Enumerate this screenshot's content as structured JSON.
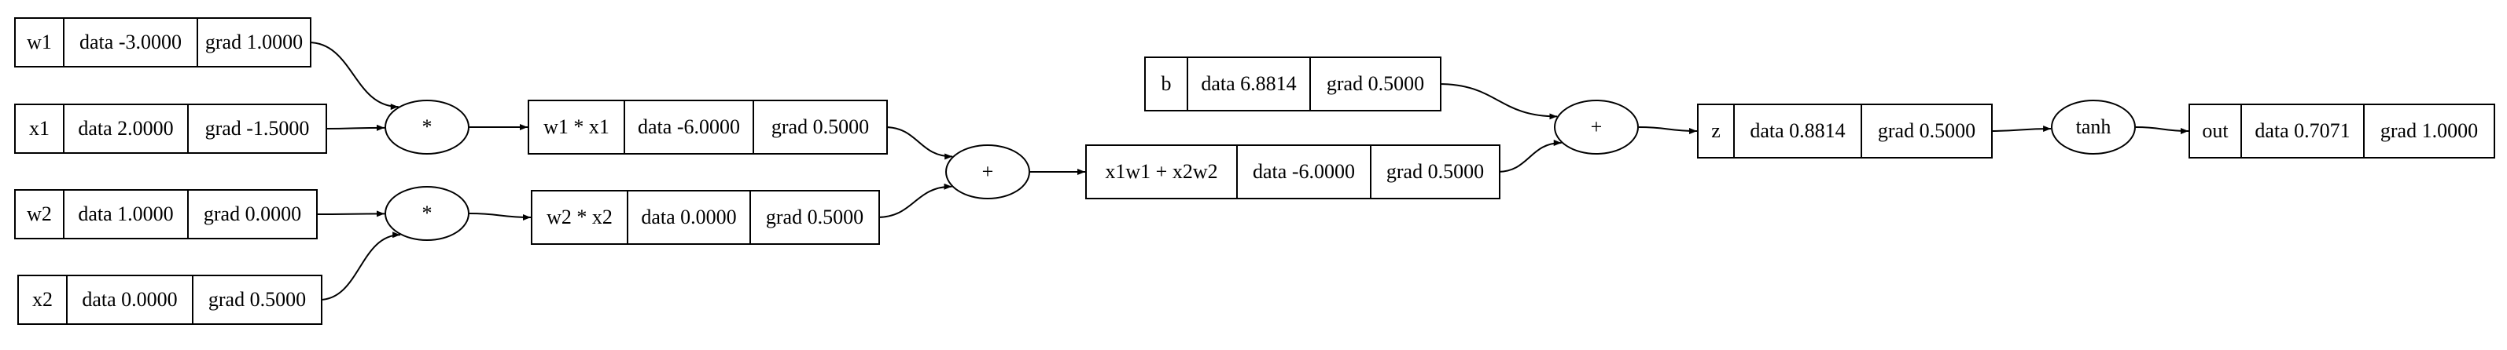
{
  "nodes": [
    {
      "id": "w1",
      "label": "w1",
      "data": "data -3.0000",
      "grad": "grad 1.0000"
    },
    {
      "id": "x1",
      "label": "x1",
      "data": "data 2.0000",
      "grad": "grad -1.5000"
    },
    {
      "id": "w2",
      "label": "w2",
      "data": "data 1.0000",
      "grad": "grad 0.0000"
    },
    {
      "id": "x2",
      "label": "x2",
      "data": "data 0.0000",
      "grad": "grad 0.5000"
    },
    {
      "id": "w1x1",
      "label": "w1 * x1",
      "data": "data -6.0000",
      "grad": "grad 0.5000"
    },
    {
      "id": "w2x2",
      "label": "w2 * x2",
      "data": "data 0.0000",
      "grad": "grad 0.5000"
    },
    {
      "id": "sum",
      "label": "x1w1 + x2w2",
      "data": "data -6.0000",
      "grad": "grad 0.5000"
    },
    {
      "id": "b",
      "label": "b",
      "data": "data 6.8814",
      "grad": "grad 0.5000"
    },
    {
      "id": "z",
      "label": "z",
      "data": "data 0.8814",
      "grad": "grad 0.5000"
    },
    {
      "id": "out",
      "label": "out",
      "data": "data 0.7071",
      "grad": "grad 1.0000"
    }
  ],
  "ops": [
    {
      "id": "mul1",
      "label": "*"
    },
    {
      "id": "mul2",
      "label": "*"
    },
    {
      "id": "add1",
      "label": "+"
    },
    {
      "id": "add2",
      "label": "+"
    },
    {
      "id": "tanh",
      "label": "tanh"
    }
  ],
  "edges": [
    [
      "w1",
      "mul1"
    ],
    [
      "x1",
      "mul1"
    ],
    [
      "mul1",
      "w1x1"
    ],
    [
      "w2",
      "mul2"
    ],
    [
      "x2",
      "mul2"
    ],
    [
      "mul2",
      "w2x2"
    ],
    [
      "w1x1",
      "add1"
    ],
    [
      "w2x2",
      "add1"
    ],
    [
      "add1",
      "sum"
    ],
    [
      "sum",
      "add2"
    ],
    [
      "b",
      "add2"
    ],
    [
      "add2",
      "z"
    ],
    [
      "z",
      "tanh"
    ],
    [
      "tanh",
      "out"
    ]
  ]
}
